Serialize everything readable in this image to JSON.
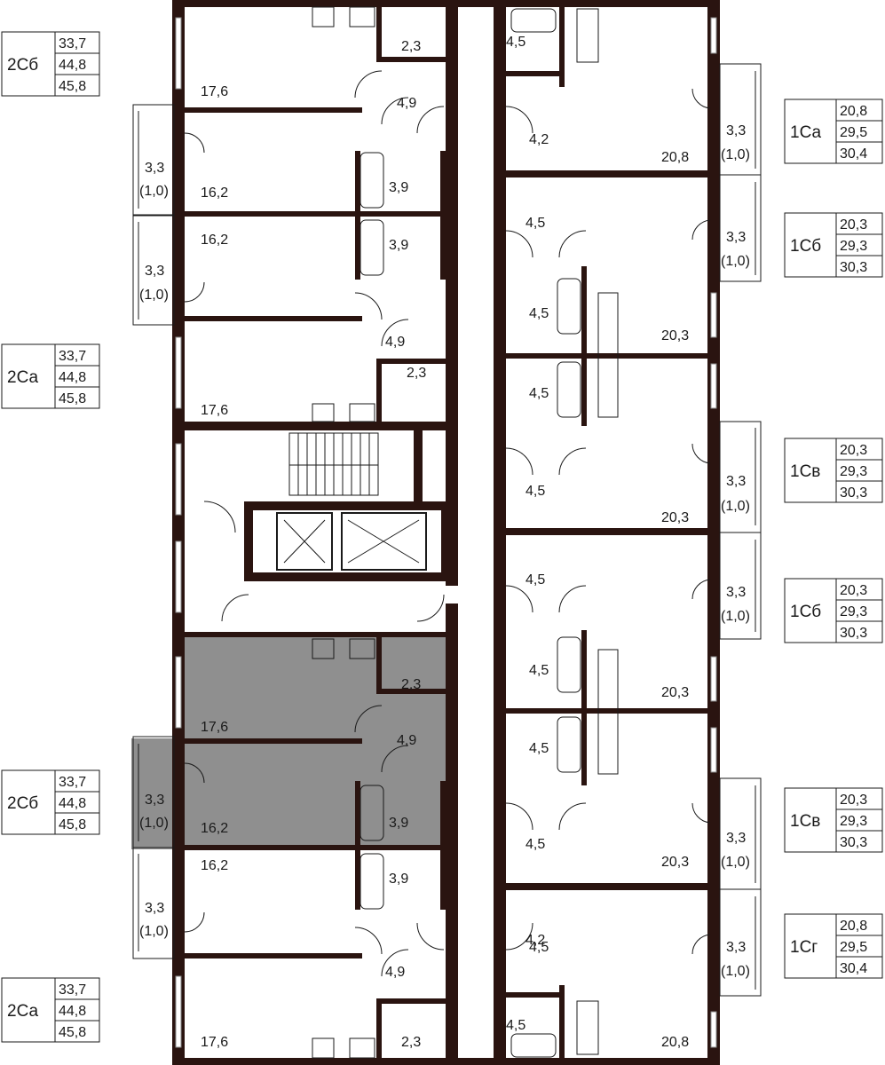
{
  "plan": {
    "colors": {
      "wall": "#2a1410",
      "highlight": "#8f8f8f",
      "line": "#1a1a1a",
      "glass": "#cfd4d8"
    },
    "legends_left": [
      {
        "name": "2Сб",
        "values": [
          "33,7",
          "44,8",
          "45,8"
        ]
      },
      {
        "name": "2Са",
        "values": [
          "33,7",
          "44,8",
          "45,8"
        ]
      },
      {
        "name": "2Сб",
        "values": [
          "33,7",
          "44,8",
          "45,8"
        ]
      },
      {
        "name": "2Са",
        "values": [
          "33,7",
          "44,8",
          "45,8"
        ]
      }
    ],
    "legends_right": [
      {
        "name": "1Са",
        "values": [
          "20,8",
          "29,5",
          "30,4"
        ]
      },
      {
        "name": "1Сб",
        "values": [
          "20,3",
          "29,3",
          "30,3"
        ]
      },
      {
        "name": "1Св",
        "values": [
          "20,3",
          "29,3",
          "30,3"
        ]
      },
      {
        "name": "1Сб",
        "values": [
          "20,3",
          "29,3",
          "30,3"
        ]
      },
      {
        "name": "1Св",
        "values": [
          "20,3",
          "29,3",
          "30,3"
        ]
      },
      {
        "name": "1Сг",
        "values": [
          "20,8",
          "29,5",
          "30,4"
        ]
      }
    ],
    "rooms_left": [
      "17,6",
      "16,2",
      "16,2",
      "17,6",
      "17,6",
      "16,2",
      "16,2",
      "17,6"
    ],
    "baths_left": [
      "2,3",
      "3,9",
      "3,9",
      "2,3",
      "2,3",
      "3,9",
      "3,9",
      "2,3"
    ],
    "halls_left": [
      "4,9",
      "4,9",
      "4,9",
      "4,9"
    ],
    "loggias_left": [
      "3,3",
      "(1,0)",
      "3,3",
      "(1,0)",
      "3,3",
      "(1,0)",
      "3,3",
      "(1,0)"
    ],
    "rooms_right": [
      "20,8",
      "20,3",
      "20,3",
      "20,3",
      "20,3",
      "20,8"
    ],
    "loggias_right": [
      "3,3",
      "(1,0)",
      "3,3",
      "(1,0)",
      "3,3",
      "(1,0)",
      "3,3",
      "(1,0)",
      "3,3",
      "(1,0)",
      "3,3",
      "(1,0)"
    ],
    "small_right": [
      "4,5",
      "4,2",
      "4,5",
      "4,5",
      "4,5",
      "4,5",
      "4,5",
      "4,5",
      "4,5",
      "4,5",
      "4,5",
      "4,2",
      "4,5"
    ]
  }
}
